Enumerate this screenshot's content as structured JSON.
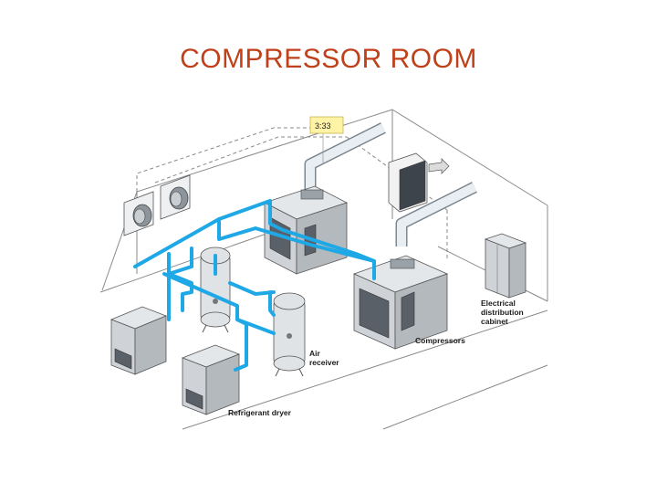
{
  "title": "COMPRESSOR ROOM",
  "timestamp": "3:33",
  "labels": {
    "electrical_line1": "Electrical",
    "electrical_line2": "distribution",
    "electrical_line3": "cabinet",
    "compressors": "Compressors",
    "air_receiver_line1": "Air",
    "air_receiver_line2": "receiver",
    "refrigerant_dryer": "Refrigerant dryer"
  },
  "colors": {
    "title": "#c0401a",
    "pipe": "#1fa8e6",
    "timestamp_bg": "#fff3a6"
  }
}
